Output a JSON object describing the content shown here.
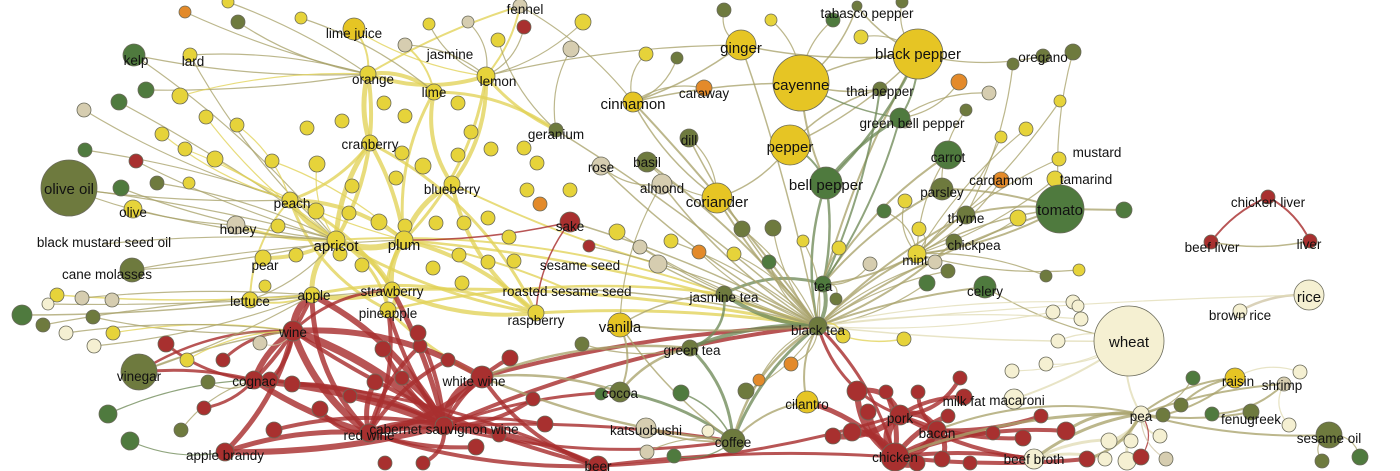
{
  "colors": {
    "fruit": "#e6d33a",
    "dairy_alcohol": "#a8302f",
    "vegetable": "#4f7a3e",
    "spice": "#e6c524",
    "grain": "#f5f0d2",
    "olive": "#6e7a3e",
    "pale": "#d6cdb0",
    "orange": "#e38a2a",
    "edge_mixed": "#b9ad7a",
    "edge_green": "#7d9060"
  },
  "labels": {
    "kelp": "kelp",
    "lard": "lard",
    "lime_juice": "lime juice",
    "jasmine": "jasmine",
    "fennel": "fennel",
    "tabasco_pepper": "tabasco pepper",
    "ginger": "ginger",
    "black_pepper": "black pepper",
    "oregano": "oregano",
    "orange": "orange",
    "lemon": "lemon",
    "lime": "lime",
    "cinnamon": "cinnamon",
    "caraway": "caraway",
    "cayenne": "cayenne",
    "thai_pepper": "thai pepper",
    "green_bell_pepper": "green bell pepper",
    "geranium": "geranium",
    "dill": "dill",
    "pepper": "pepper",
    "cranberry": "cranberry",
    "basil": "basil",
    "rose": "rose",
    "carrot": "carrot",
    "mustard": "mustard",
    "olive_oil": "olive oil",
    "almond": "almond",
    "bell_pepper": "bell pepper",
    "tamarind": "tamarind",
    "blueberry": "blueberry",
    "cardamom": "cardamom",
    "parsley": "parsley",
    "peach": "peach",
    "coriander": "coriander",
    "olive": "olive",
    "tomato": "tomato",
    "chicken_liver": "chicken liver",
    "honey": "honey",
    "sake": "sake",
    "thyme": "thyme",
    "black_mustard_seed_oil": "black mustard seed oil",
    "apricot": "apricot",
    "plum": "plum",
    "chickpea": "chickpea",
    "beef_liver": "beef liver",
    "liver": "liver",
    "cane_molasses": "cane molasses",
    "pear": "pear",
    "sesame_seed": "sesame seed",
    "mint": "mint",
    "roasted_sesame_seed": "roasted sesame seed",
    "tea": "tea",
    "celery": "celery",
    "strawberry": "strawberry",
    "apple": "apple",
    "jasmine_tea": "jasmine tea",
    "rice": "rice",
    "lettuce": "lettuce",
    "pineapple": "pineapple",
    "brown_rice": "brown rice",
    "raspberry": "raspberry",
    "black_tea": "black tea",
    "wine": "wine",
    "vanilla": "vanilla",
    "wheat": "wheat",
    "green_tea": "green tea",
    "vinegar": "vinegar",
    "cognac": "cognac",
    "white_wine": "white wine",
    "raisin": "raisin",
    "shrimp": "shrimp",
    "cocoa": "cocoa",
    "milk_fat": "milk fat",
    "macaroni": "macaroni",
    "cilantro": "cilantro",
    "pork": "pork",
    "pea": "pea",
    "fenugreek": "fenugreek",
    "red_wine": "red wine",
    "cabernet_sauvignon_wine": "cabernet sauvignon wine",
    "katsuobushi": "katsuobushi",
    "bacon": "bacon",
    "apple_brandy": "apple brandy",
    "coffee": "coffee",
    "sesame_oil": "sesame oil",
    "chicken": "chicken",
    "beef_broth": "beef broth",
    "beer": "beer"
  }
}
